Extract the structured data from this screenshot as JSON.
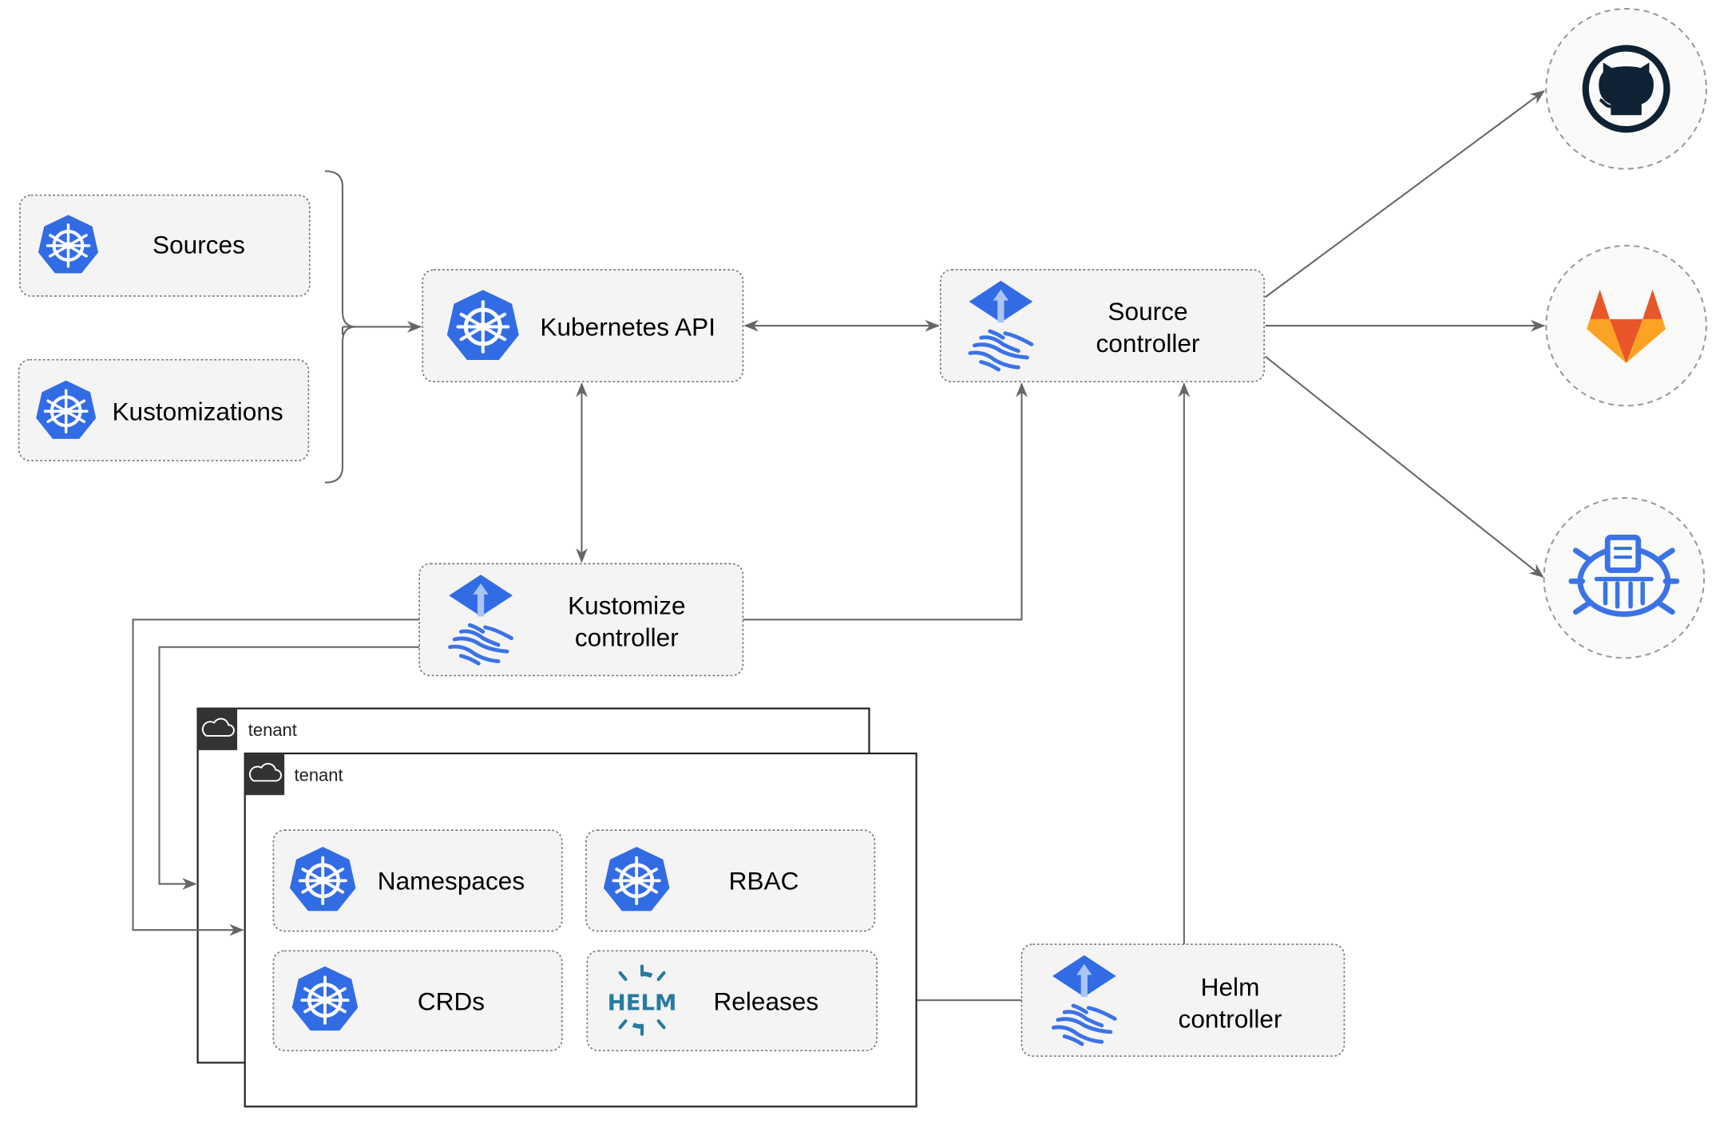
{
  "nodes": {
    "sources": "Sources",
    "kustomizations": "Kustomizations",
    "kubernetes_api": "Kubernetes API",
    "source_controller": [
      "Source",
      "controller"
    ],
    "kustomize_controller": [
      "Kustomize",
      "controller"
    ],
    "helm_controller": [
      "Helm",
      "controller"
    ],
    "namespaces": "Namespaces",
    "rbac": "RBAC",
    "crds": "CRDs",
    "releases": "Releases"
  },
  "tenants": [
    "tenant",
    "tenant"
  ],
  "icons": {
    "kubernetes": "kubernetes-icon",
    "flux": "flux-icon",
    "helm": "helm-icon",
    "helm_text": "HELM",
    "github": "github-icon",
    "gitlab": "gitlab-icon",
    "bucket": "bucket-icon",
    "tenant": "cloud-icon"
  },
  "colors": {
    "kubernetes_blue": "#326ce5",
    "helm_blue": "#277a9f",
    "github_dark": "#0f2233",
    "gitlab_orange": "#e8562a",
    "gitlab_yellow": "#fca326",
    "box_fill": "#f4f4f4",
    "edge": "#666666"
  }
}
